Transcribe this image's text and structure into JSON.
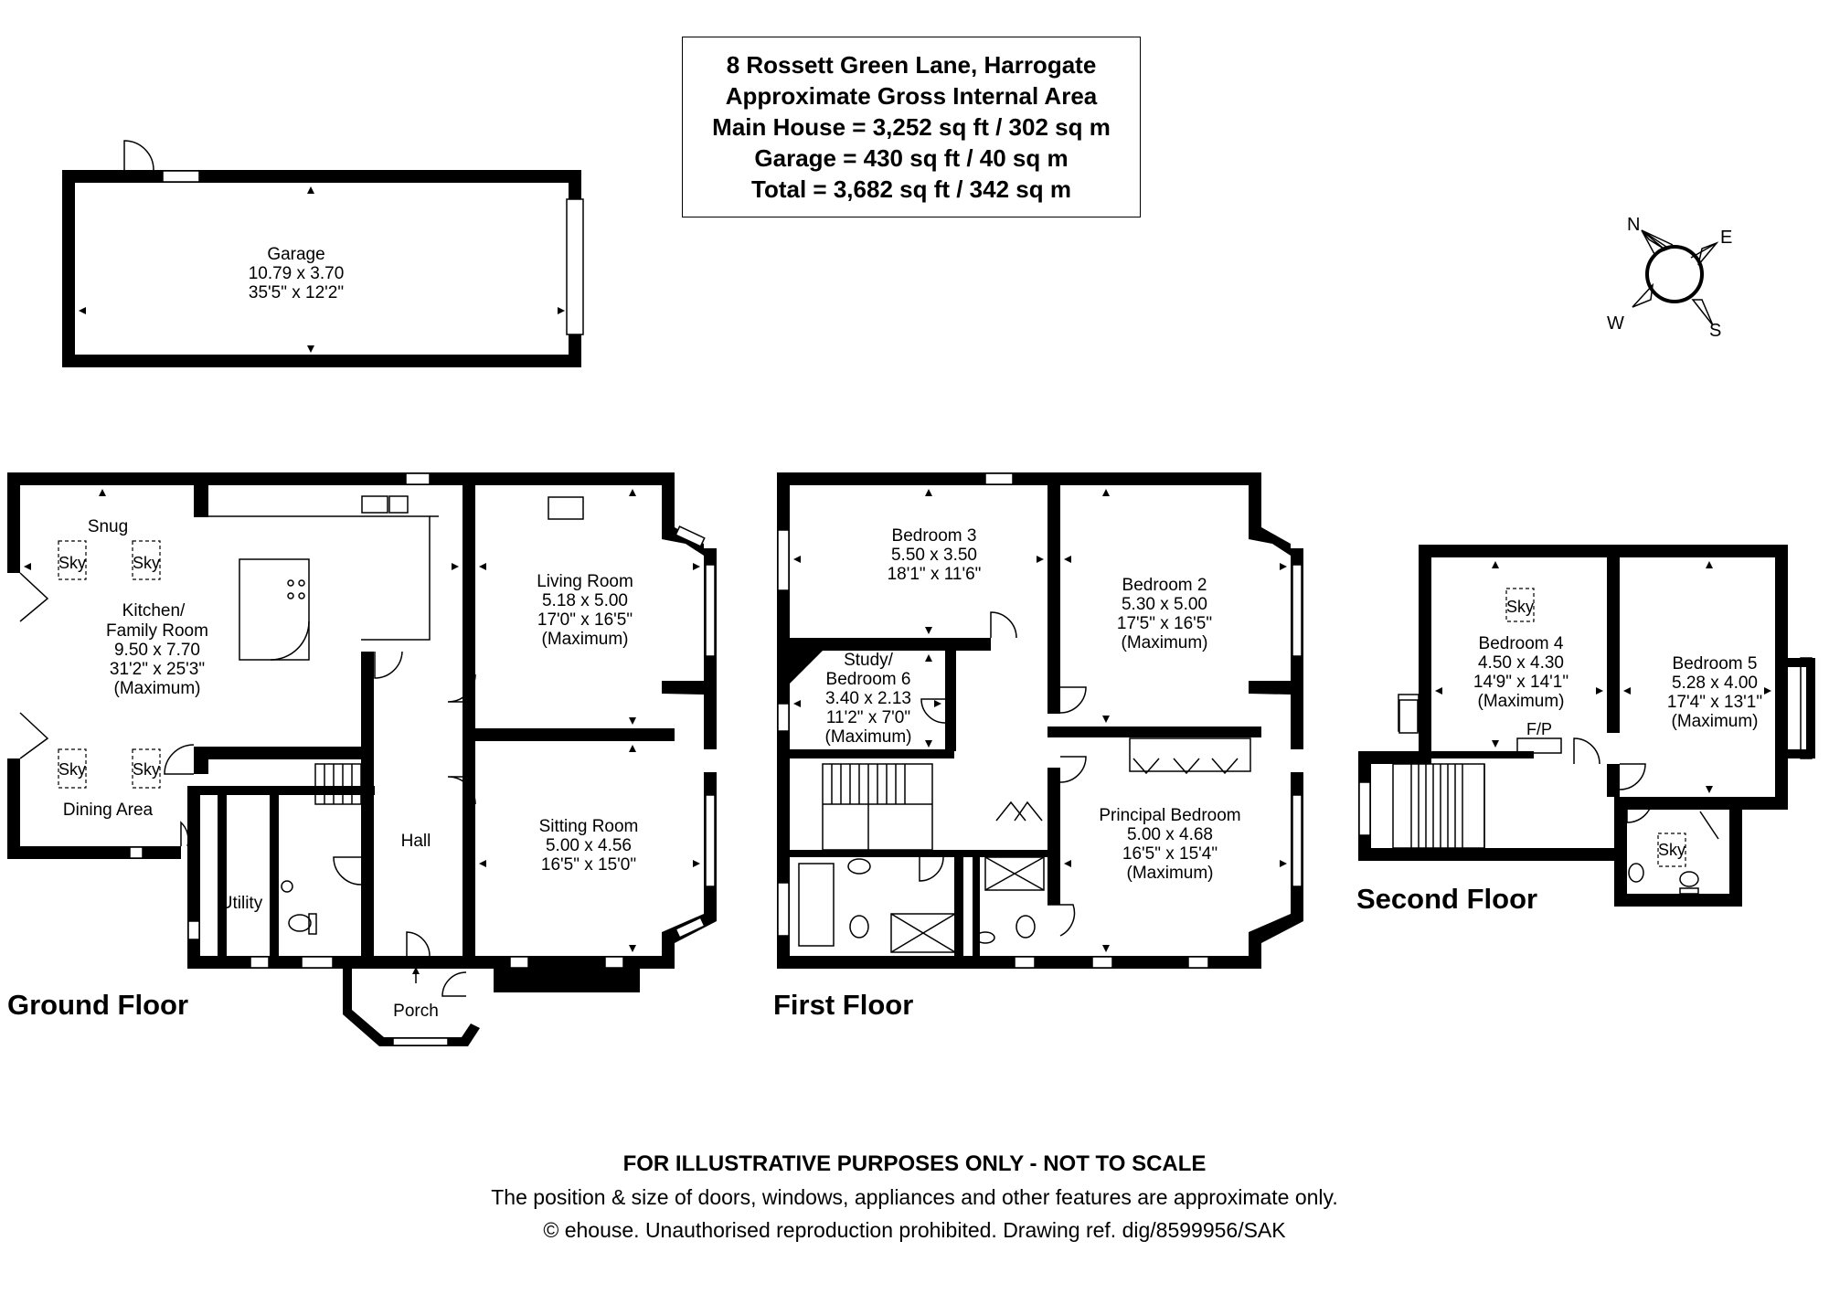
{
  "title": {
    "address": "8 Rossett Green Lane, Harrogate",
    "area_heading": "Approximate Gross Internal Area",
    "main_house": "Main House = 3,252 sq ft / 302 sq m",
    "garage": "Garage = 430 sq ft / 40 sq m",
    "total": "Total = 3,682 sq ft / 342 sq m"
  },
  "compass": {
    "n": "N",
    "e": "E",
    "s": "S",
    "w": "W"
  },
  "floors": {
    "ground": "Ground Floor",
    "first": "First Floor",
    "second": "Second Floor"
  },
  "rooms": {
    "garage": {
      "name": "Garage",
      "metric": "10.79 x 3.70",
      "imperial": "35'5\" x 12'2\""
    },
    "snug": {
      "name": "Snug"
    },
    "kitchen": {
      "name1": "Kitchen/",
      "name2": "Family Room",
      "metric": "9.50 x 7.70",
      "imperial": "31'2\" x 25'3\"",
      "note": "(Maximum)"
    },
    "dining": {
      "name": "Dining Area"
    },
    "utility": {
      "name": "Utility"
    },
    "hall": {
      "name": "Hall"
    },
    "porch": {
      "name": "Porch"
    },
    "living": {
      "name": "Living Room",
      "metric": "5.18 x 5.00",
      "imperial": "17'0\" x 16'5\"",
      "note": "(Maximum)"
    },
    "sitting": {
      "name": "Sitting Room",
      "metric": "5.00 x 4.56",
      "imperial": "16'5\" x 15'0\""
    },
    "bed3": {
      "name": "Bedroom 3",
      "metric": "5.50 x 3.50",
      "imperial": "18'1\" x 11'6\""
    },
    "bed2": {
      "name": "Bedroom 2",
      "metric": "5.30 x 5.00",
      "imperial": "17'5\" x 16'5\"",
      "note": "(Maximum)"
    },
    "study": {
      "name1": "Study/",
      "name2": "Bedroom 6",
      "metric": "3.40 x 2.13",
      "imperial": "11'2\" x 7'0\"",
      "note": "(Maximum)"
    },
    "principal": {
      "name": "Principal Bedroom",
      "metric": "5.00 x 4.68",
      "imperial": "16'5\" x 15'4\"",
      "note": "(Maximum)"
    },
    "bed4": {
      "name": "Bedroom 4",
      "metric": "4.50 x 4.30",
      "imperial": "14'9\" x 14'1\"",
      "note": "(Maximum)"
    },
    "bed5": {
      "name": "Bedroom 5",
      "metric": "5.28 x 4.00",
      "imperial": "17'4\" x 13'1\"",
      "note": "(Maximum)"
    }
  },
  "labels": {
    "sky": "Sky",
    "fireplace": "F/P"
  },
  "footer": {
    "line1": "FOR ILLUSTRATIVE PURPOSES ONLY - NOT TO SCALE",
    "line2": "The position & size of doors, windows, appliances and other features are approximate only.",
    "line3": "© ehouse. Unauthorised reproduction prohibited. Drawing ref. dig/8599956/SAK"
  }
}
